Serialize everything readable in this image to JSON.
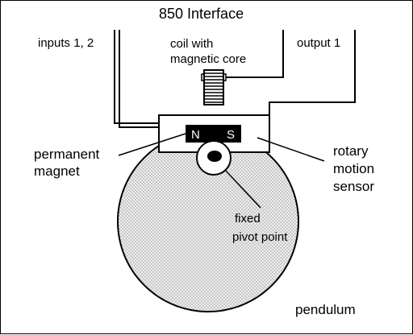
{
  "diagram": {
    "title": "850 Interface",
    "labels": {
      "inputs": "inputs 1, 2",
      "coil": [
        "coil with",
        "magnetic core"
      ],
      "output": "output 1",
      "permanent_magnet": [
        "permanent",
        "magnet"
      ],
      "rotary_sensor": [
        "rotary",
        "motion",
        "sensor"
      ],
      "pivot": [
        "fixed",
        "pivot point"
      ],
      "pendulum": "pendulum"
    },
    "magnet_poles": {
      "north": "N",
      "south": "S"
    },
    "colors": {
      "line": "#000000",
      "background": "#ffffff",
      "pendulum_fill": "#e8e8e8",
      "pendulum_dots": "#9a9a9a",
      "magnet": "#000000"
    }
  }
}
